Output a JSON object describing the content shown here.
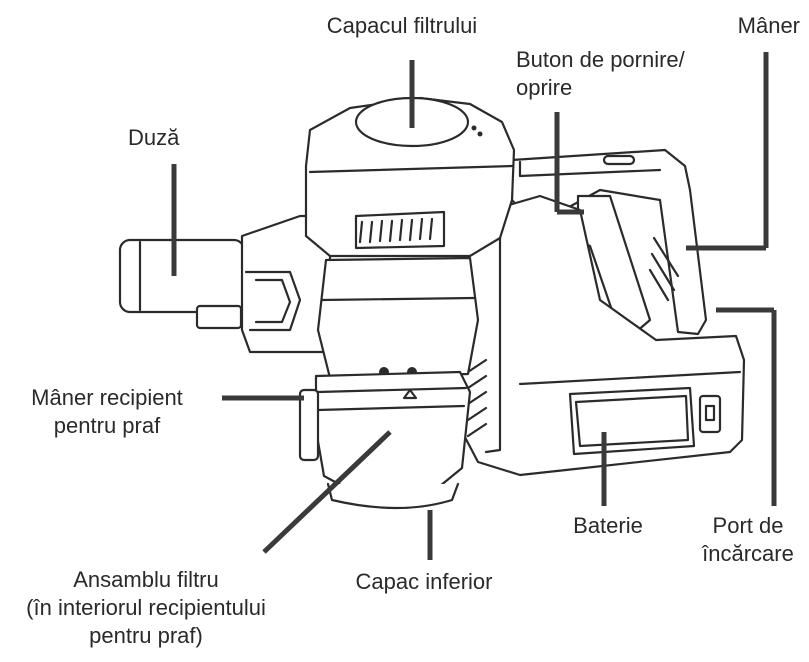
{
  "labels": {
    "filter_cover": "Capacul filtrului",
    "handle": "Mâner",
    "power_button": {
      "line1": "Buton de pornire/",
      "line2": "oprire"
    },
    "nozzle": "Duză",
    "dust_bin_handle": {
      "line1": "Mâner recipient",
      "line2": "pentru praf"
    },
    "filter_assembly": {
      "line1": "Ansamblu filtru",
      "line2": "(în interiorul recipientului",
      "line3": "pentru praf)"
    },
    "bottom_cover": "Capac inferior",
    "battery": "Baterie",
    "charging_port": {
      "line1": "Port de",
      "line2": "încărcare"
    }
  },
  "colors": {
    "outline": "#2b2b2b",
    "leader": "#3a3a3a",
    "body_fill": "#ffffff",
    "shade": "#eeeeee"
  }
}
